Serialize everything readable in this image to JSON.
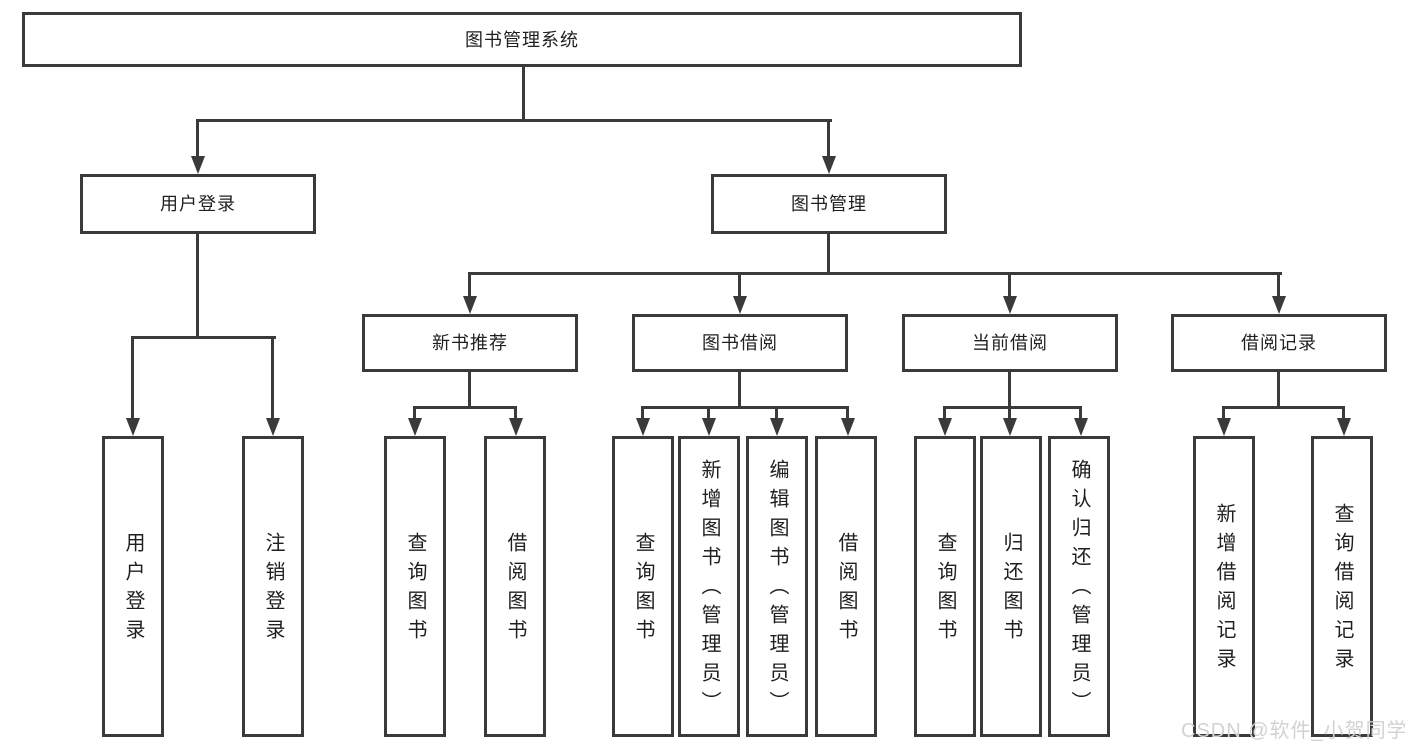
{
  "diagram": {
    "root": {
      "label": "图书管理系统"
    },
    "level2": {
      "user_login": {
        "label": "用户登录"
      },
      "book_mgmt": {
        "label": "图书管理"
      }
    },
    "level3": {
      "new_book_rec": {
        "label": "新书推荐"
      },
      "book_borrow": {
        "label": "图书借阅"
      },
      "current_borrow": {
        "label": "当前借阅"
      },
      "borrow_record": {
        "label": "借阅记录"
      }
    },
    "leaves": {
      "user_login_children": {
        "login": "用户登录",
        "logout": "注销登录"
      },
      "new_book_rec_children": {
        "query_book": "查询图书",
        "borrow_book": "借阅图书"
      },
      "book_borrow_children": {
        "query_book": "查询图书",
        "add_book": "新增图书（管理员）",
        "edit_book": "编辑图书（管理员）",
        "borrow_book": "借阅图书"
      },
      "current_borrow_children": {
        "query_book": "查询图书",
        "return_book": "归还图书",
        "confirm_return": "确认归还（管理员）"
      },
      "borrow_record_children": {
        "add_record": "新增借阅记录",
        "query_record": "查询借阅记录"
      }
    }
  },
  "watermark": {
    "text": "CSDN @软件_小贺同学"
  },
  "colors": {
    "line": "#3a3a3a",
    "box_border": "#3a3a3a",
    "text": "#1f1f1f",
    "background": "#ffffff",
    "watermark": "#d2d2d2"
  }
}
